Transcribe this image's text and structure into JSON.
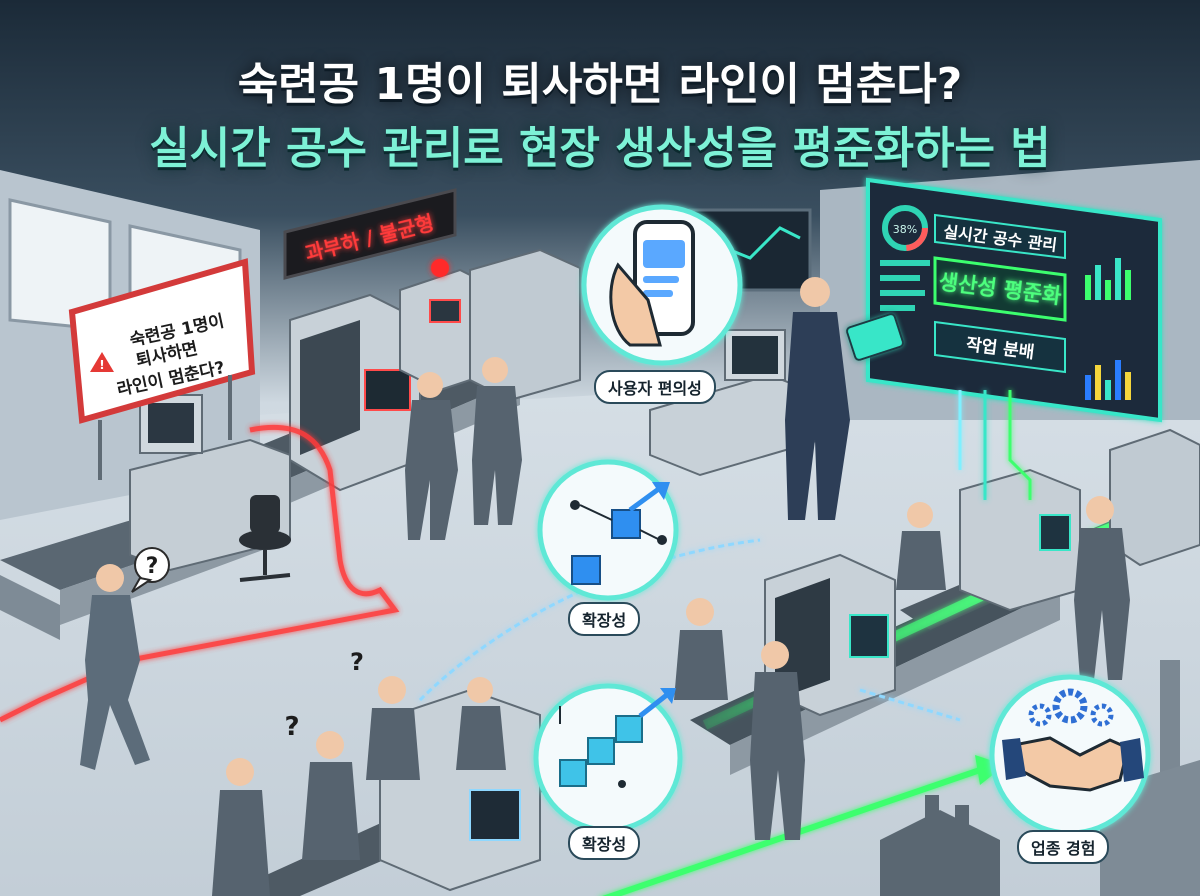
{
  "headline": {
    "line1": "숙련공 1명이 퇴사하면 라인이 멈춘다?",
    "line2": "실시간 공수 관리로 현장 생산성을 평준화하는 법"
  },
  "warning_sign": {
    "line1": "숙련공 1명이",
    "line2": "퇴사하면",
    "line3": "라인이 멈춘다?"
  },
  "overload_sign": {
    "text": "과부하 / 불균형"
  },
  "dashboard": {
    "item1": "실시간 공수 관리",
    "item2": "생산성 평준화",
    "item3": "작업 분배",
    "gauge_value": "38%"
  },
  "badges": {
    "usability": "사용자 편의성",
    "scalability_1": "확장성",
    "scalability_2": "확장성",
    "industry_experience": "업종 경험"
  },
  "question_mark": "?",
  "colors": {
    "problem_red": "#ff3b3b",
    "solution_green": "#3cff6e",
    "accent_teal": "#7df2d6",
    "dark_bg": "#1b2a38"
  }
}
